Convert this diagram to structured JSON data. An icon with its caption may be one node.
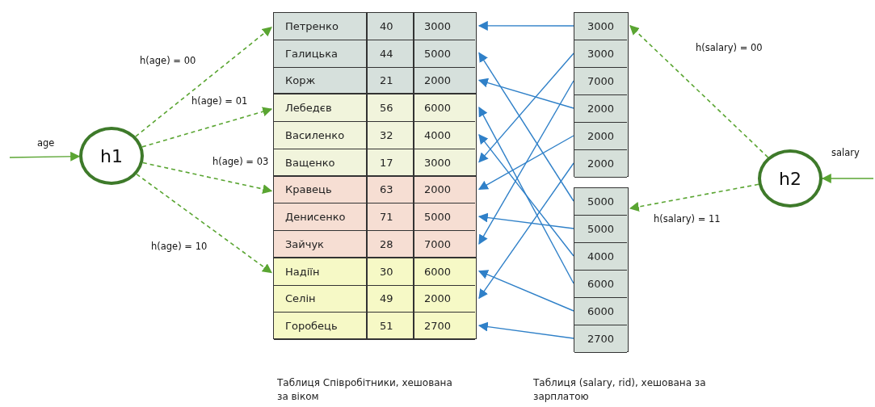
{
  "diagram": {
    "nodes": [
      {
        "text": [
          "h1"
        ]
      },
      {
        "text": [],
        "shape": "box"
      },
      {
        "text": [
          "Петренко",
          "40",
          "3000"
        ],
        "in": 1
      },
      {
        "text": [
          "Галицька",
          "44",
          "5000"
        ],
        "in": 1
      },
      {
        "text": [
          "Корж",
          "21",
          "2000"
        ],
        "in": 1
      },
      {
        "text": [],
        "shape": "box"
      },
      {
        "text": [
          "Лебедєв",
          "56",
          "6000"
        ],
        "in": 5
      },
      {
        "text": [
          "Василенко",
          "32",
          "4000"
        ],
        "in": 5
      },
      {
        "text": [
          "Ващенко",
          "17",
          "3000"
        ],
        "in": 5
      },
      {
        "text": [],
        "shape": "box"
      },
      {
        "text": [
          "Кравець",
          "63",
          "2000"
        ],
        "in": 9
      },
      {
        "text": [
          "Денисенко",
          "71",
          "5000"
        ],
        "in": 9
      },
      {
        "text": [
          "Зайчук",
          "28",
          "7000"
        ],
        "in": 9
      },
      {
        "text": [],
        "shape": "box"
      },
      {
        "text": [
          "Надіїн",
          "30",
          "6000"
        ],
        "in": 13
      },
      {
        "text": [
          "Селін",
          "49",
          "2000"
        ],
        "in": 13
      },
      {
        "text": [
          "Горобець",
          "51",
          "2700"
        ],
        "in": 13
      },
      {
        "text": [],
        "shape": "box"
      },
      {
        "text": [
          "3000"
        ],
        "in": 17
      },
      {
        "text": [
          "3000"
        ],
        "in": 17
      },
      {
        "text": [
          "7000"
        ],
        "in": 17
      },
      {
        "text": [
          "2000"
        ],
        "in": 17
      },
      {
        "text": [
          "2000"
        ],
        "in": 17
      },
      {
        "text": [
          "2000"
        ],
        "in": 17
      },
      {
        "text": [],
        "shape": "box"
      },
      {
        "text": [
          "5000"
        ],
        "in": 24
      },
      {
        "text": [
          "5000"
        ],
        "in": 24
      },
      {
        "text": [
          "4000"
        ],
        "in": 24
      },
      {
        "text": [
          "6000"
        ],
        "in": 24
      },
      {
        "text": [
          "6000"
        ],
        "in": 24
      },
      {
        "text": [
          "2700"
        ],
        "in": 24
      },
      {
        "text": [
          "h2"
        ]
      }
    ],
    "edges": [
      {
        "from": null,
        "to": 0,
        "arrow": "to",
        "label": "age",
        "color": "#5aa532"
      },
      {
        "from": 0,
        "to": 1,
        "arrow": "to",
        "label": "h(age) = 00",
        "style": "dashed",
        "color": "#5aa532"
      },
      {
        "from": 0,
        "to": 5,
        "arrow": "to",
        "label": "h(age) = 01",
        "style": "dashed",
        "color": "#5aa532"
      },
      {
        "from": 0,
        "to": 9,
        "arrow": "to",
        "label": "h(age) = 03",
        "style": "dashed",
        "color": "#5aa532"
      },
      {
        "from": 0,
        "to": 13,
        "arrow": "to",
        "label": "h(age) = 10",
        "style": "dashed",
        "color": "#5aa532"
      },
      {
        "from": null,
        "to": 31,
        "arrow": "to",
        "label": "salary",
        "color": "#5aa532"
      },
      {
        "from": 31,
        "to": 17,
        "arrow": "to",
        "label": "h(salary) = 00",
        "style": "dashed",
        "color": "#5aa532"
      },
      {
        "from": 31,
        "to": 24,
        "arrow": "to",
        "label": "h(salary) = 11",
        "style": "dashed",
        "color": "#5aa532"
      },
      {
        "from": 18,
        "to": 2,
        "arrow": "to"
      },
      {
        "from": 19,
        "to": 8,
        "arrow": "to"
      },
      {
        "from": 20,
        "to": 12,
        "arrow": "to"
      },
      {
        "from": 21,
        "to": 4,
        "arrow": "to"
      },
      {
        "from": 22,
        "to": 10,
        "arrow": "to"
      },
      {
        "from": 23,
        "to": 15,
        "arrow": "to"
      },
      {
        "from": 25,
        "to": 3,
        "arrow": "to"
      },
      {
        "from": 26,
        "to": 11,
        "arrow": "to"
      },
      {
        "from": 27,
        "to": 7,
        "arrow": "to"
      },
      {
        "from": 28,
        "to": 6,
        "arrow": "to"
      },
      {
        "from": 29,
        "to": 14,
        "arrow": "to"
      },
      {
        "from": 30,
        "to": 16,
        "arrow": "to"
      }
    ],
    "labels": [
      "Таблиця Співробітники, хешована за віком",
      "Таблиця (salary, rid), хешована за зарплатою"
    ]
  }
}
